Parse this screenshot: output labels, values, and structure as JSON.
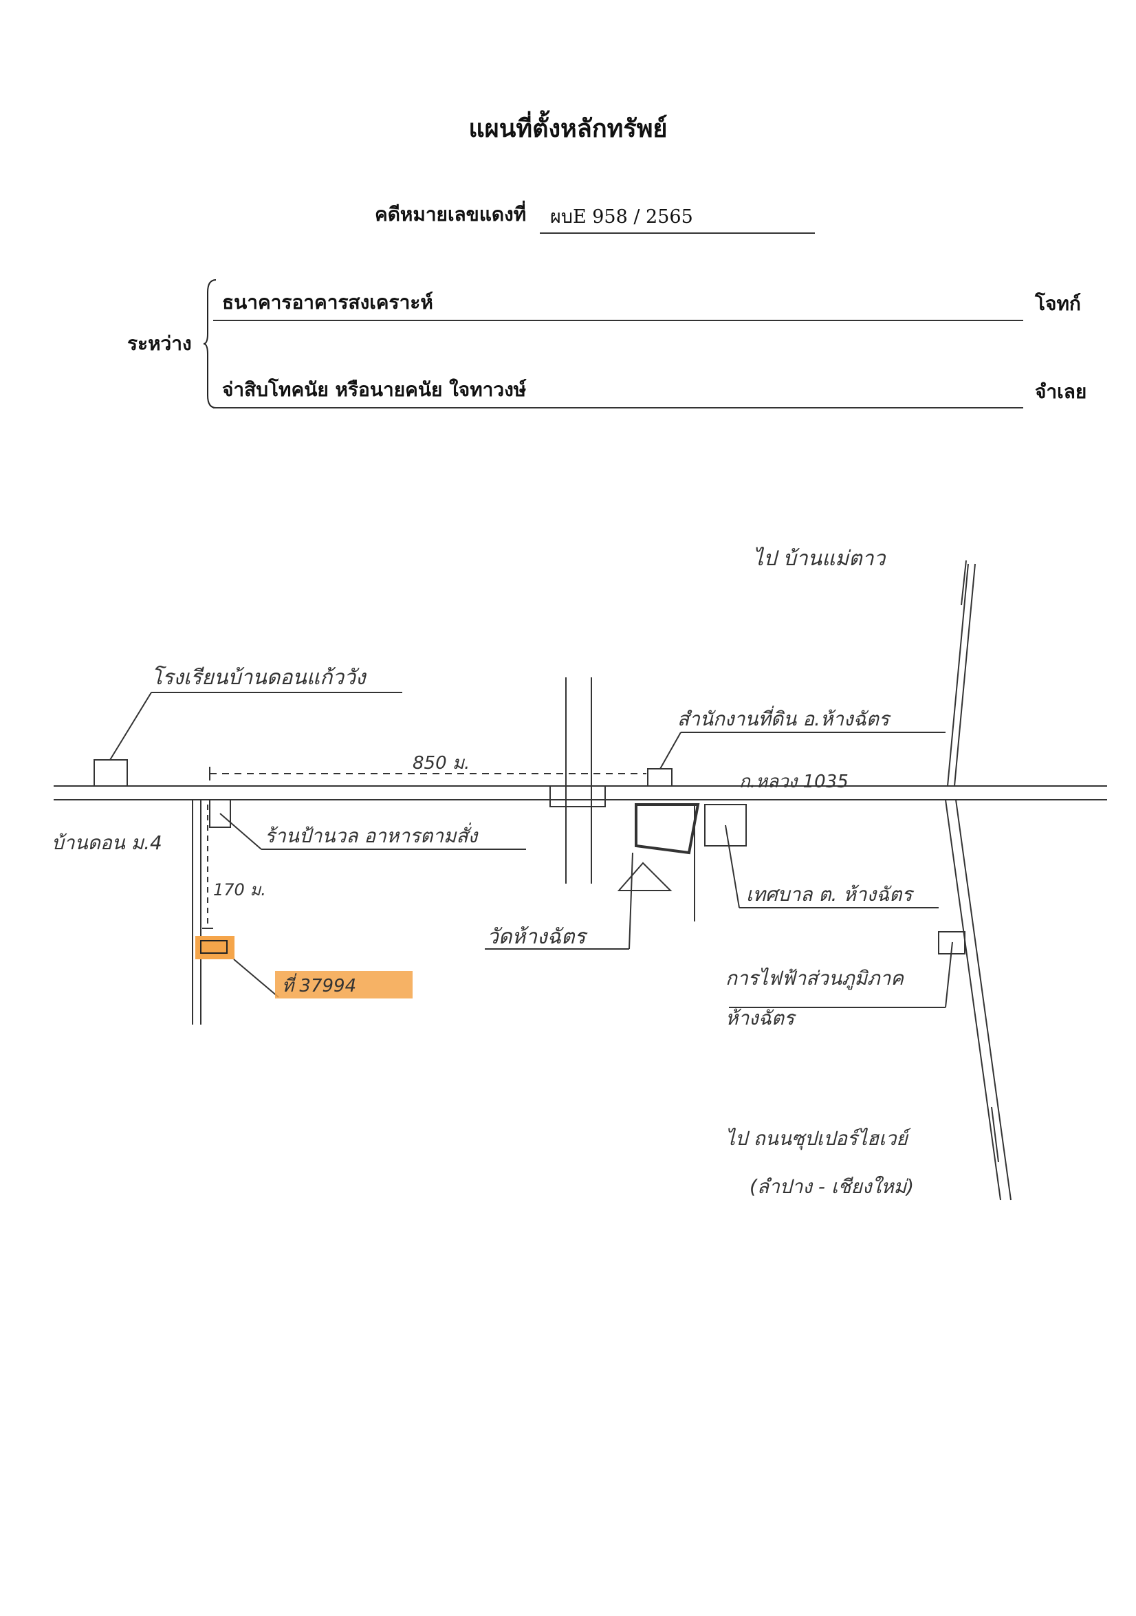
{
  "header": {
    "title": "แผนที่ตั้งหลักทรัพย์",
    "case_label": "คดีหมายเลขแดงที่",
    "case_number": "ผบE 958 / 2565"
  },
  "parties": {
    "between_label": "ระหว่าง",
    "plaintiff": {
      "name": "ธนาคารอาคารสงเคราะห์",
      "role": "โจทก์"
    },
    "defendant": {
      "name": "จ่าสิบโทคนัย หรือนายคนัย   ใจทาวงษ์",
      "role": "จำเลย"
    }
  },
  "map": {
    "labels": {
      "to_north": "ไป บ้านแม่ตาว",
      "school": "โรงเรียนบ้านดอนแก้ววัง",
      "distance_main": "850 ม.",
      "land_office": "สำนักงานที่ดิน อ.ห้างฉัตร",
      "highway": "ก.หลวง 1035",
      "village": "บ้านดอน ม.4",
      "noodle_shop": "ร้านป้านวล อาหารตามสั่ง",
      "distance_side": "170 ม.",
      "property": "ที่ 37994",
      "municipality": "เทศบาล ต. ห้างฉัตร",
      "temple": "วัดห้างฉัตร",
      "electric": "การไฟฟ้าส่วนภูมิภาค",
      "electric_2": "ห้างฉัตร",
      "to_south": "ไป ถนนซุปเปอร์ไฮเวย์",
      "to_south_2": "(ลำปาง - เชียงใหม่)"
    },
    "highlight_color": "#f5a54a"
  }
}
